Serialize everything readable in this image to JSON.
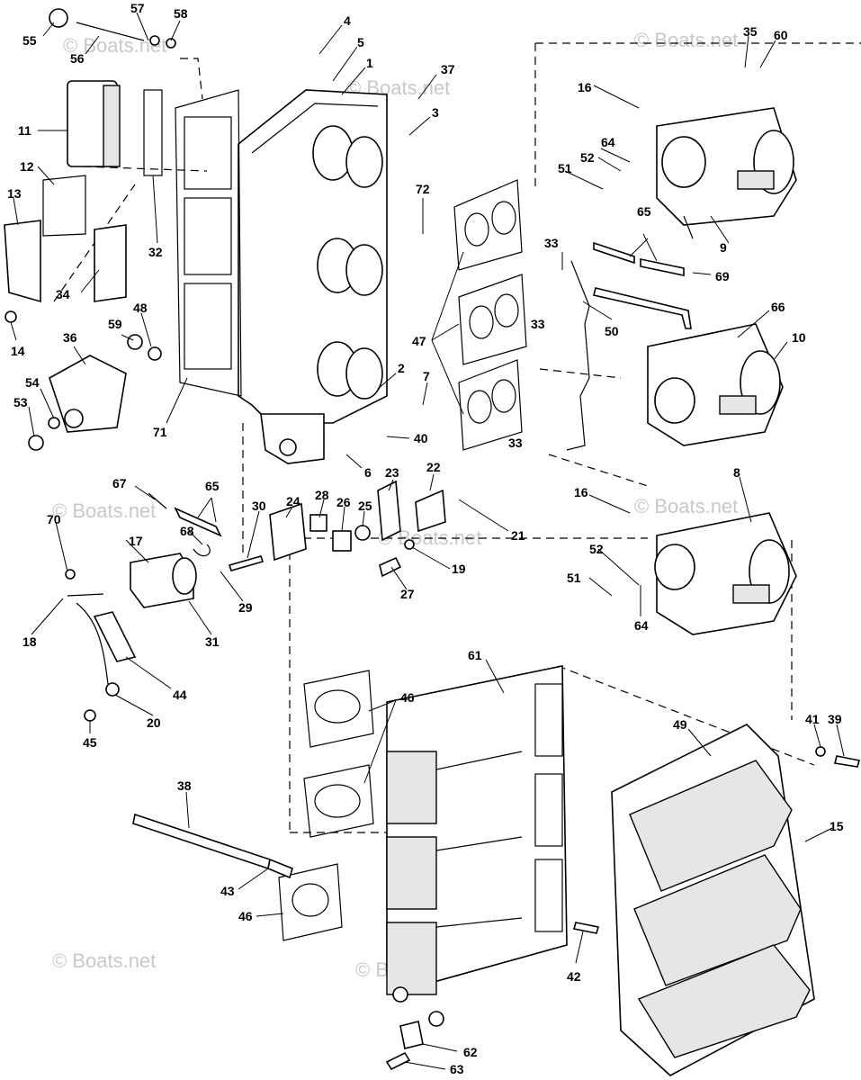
{
  "watermark_text": "© Boats.net",
  "callouts": [
    "55",
    "56",
    "57",
    "58",
    "4",
    "5",
    "1",
    "37",
    "3",
    "16",
    "35",
    "60",
    "11",
    "12",
    "13",
    "32",
    "72",
    "52",
    "64",
    "51",
    "9",
    "34",
    "33",
    "65",
    "69",
    "48",
    "59",
    "14",
    "36",
    "47",
    "50",
    "66",
    "10",
    "54",
    "53",
    "2",
    "7",
    "71",
    "40",
    "6",
    "23",
    "22",
    "67",
    "65",
    "30",
    "24",
    "28",
    "26",
    "25",
    "21",
    "16",
    "8",
    "70",
    "68",
    "17",
    "19",
    "27",
    "29",
    "52",
    "51",
    "18",
    "31",
    "64",
    "44",
    "20",
    "45",
    "61",
    "46",
    "49",
    "41",
    "39",
    "38",
    "15",
    "43",
    "46",
    "42",
    "62",
    "63"
  ],
  "colors": {
    "line": "#000000",
    "paper": "#ffffff",
    "shade": "#e6e6e6",
    "watermark": "#c8c8c8"
  }
}
